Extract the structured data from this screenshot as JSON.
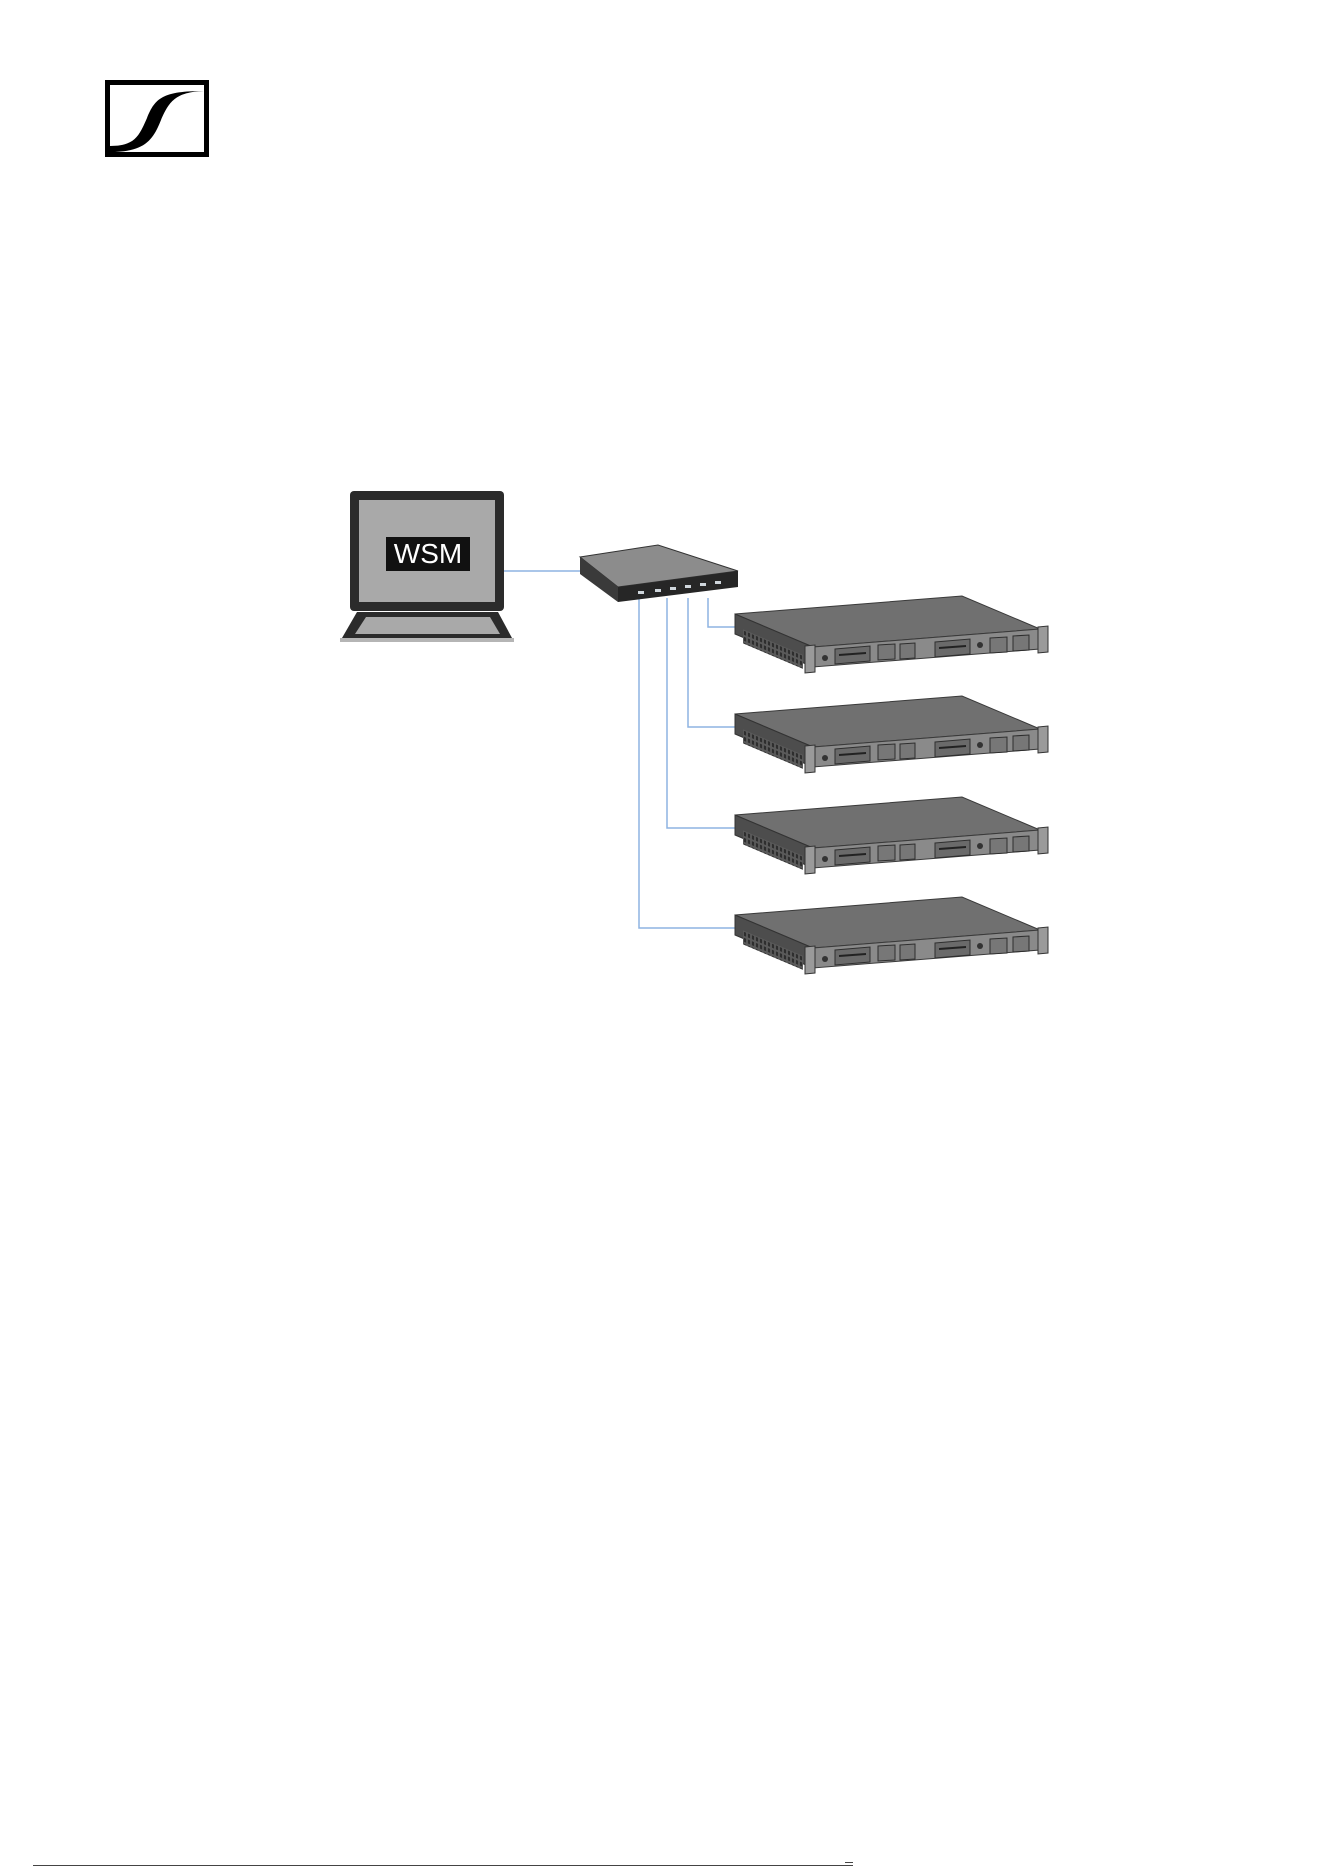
{
  "logo": {
    "name": "brand-logo",
    "colors": {
      "fill": "#000000",
      "background": "#ffffff"
    }
  },
  "laptop": {
    "screen_label": "WSM"
  },
  "devices": [
    {
      "name": "rack-receiver-1"
    },
    {
      "name": "rack-receiver-2"
    },
    {
      "name": "rack-receiver-3"
    },
    {
      "name": "rack-receiver-4"
    }
  ],
  "colors": {
    "cable": "#8db4e2",
    "device_top": "#6e6e6e",
    "device_front": "#8a8a8a",
    "switch_top": "#8c8c8c"
  }
}
